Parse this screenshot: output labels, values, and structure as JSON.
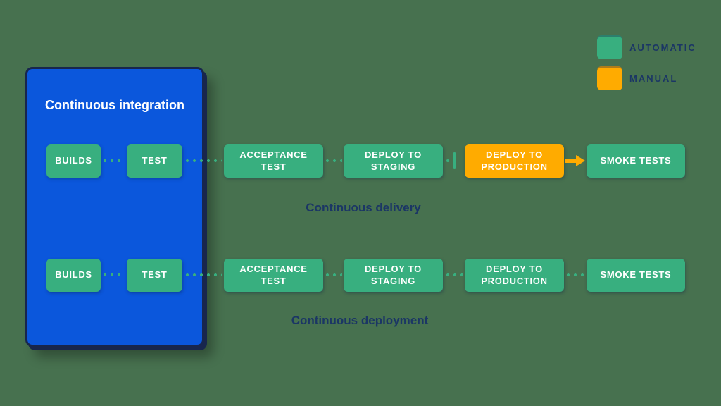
{
  "colors": {
    "background": "#47714F",
    "automatic": "#38AF7F",
    "manual": "#FFAB00",
    "panel-blue": "#0B57DC",
    "panel-border": "#18264D",
    "navy": "#1B3665",
    "step-text": "#FFFFFF"
  },
  "legend": {
    "automatic": {
      "label": "AUTOMATIC",
      "color": "#38AF7F"
    },
    "manual": {
      "label": "MANUAL",
      "color": "#FFAB00"
    }
  },
  "ci_panel": {
    "title": "Continuous integration"
  },
  "pipelines": {
    "delivery": {
      "caption": "Continuous delivery",
      "steps": {
        "builds": {
          "label": "BUILDS",
          "mode": "automatic"
        },
        "test": {
          "label": "TEST",
          "mode": "automatic"
        },
        "acceptance_test": {
          "label": "ACCEPTANCE TEST",
          "mode": "automatic"
        },
        "deploy_staging": {
          "label": "DEPLOY TO STAGING",
          "mode": "automatic"
        },
        "deploy_production": {
          "label": "DEPLOY TO PRODUCTION",
          "mode": "manual"
        },
        "smoke_tests": {
          "label": "SMOKE TESTS",
          "mode": "automatic"
        }
      },
      "gate": "manual-gate-between-staging-and-production"
    },
    "deployment": {
      "caption": "Continuous deployment",
      "steps": {
        "builds": {
          "label": "BUILDS",
          "mode": "automatic"
        },
        "test": {
          "label": "TEST",
          "mode": "automatic"
        },
        "acceptance_test": {
          "label": "ACCEPTANCE TEST",
          "mode": "automatic"
        },
        "deploy_staging": {
          "label": "DEPLOY TO STAGING",
          "mode": "automatic"
        },
        "deploy_production": {
          "label": "DEPLOY TO PRODUCTION",
          "mode": "automatic"
        },
        "smoke_tests": {
          "label": "SMOKE TESTS",
          "mode": "automatic"
        }
      }
    }
  }
}
